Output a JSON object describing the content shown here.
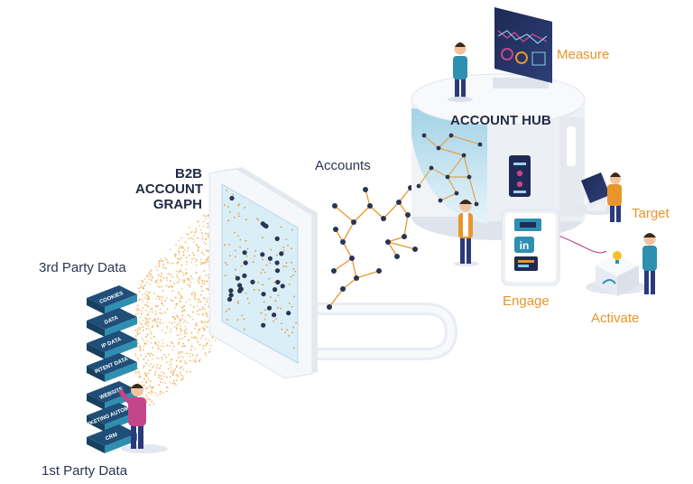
{
  "labels": {
    "third_party": "3rd Party Data",
    "first_party": "1st Party Data",
    "graph_line1": "B2B",
    "graph_line2": "ACCOUNT",
    "graph_line3": "GRAPH",
    "accounts": "Accounts",
    "account_hub": "ACCOUNT HUB",
    "measure": "Measure",
    "target": "Target",
    "engage": "Engage",
    "activate": "Activate"
  },
  "third_party_blocks": [
    "COOKIES",
    "DATA",
    "IP DATA",
    "INTENT DATA"
  ],
  "first_party_blocks": [
    "WEBSITE",
    "MARKETING AUTOMATION",
    "CRM"
  ],
  "engage_logo": "in",
  "colors": {
    "navy": "#1f2a44",
    "teal": "#2f8fb0",
    "orange": "#e8962c",
    "light_blue": "#cfe7f2",
    "panel_grey": "#eef1f5"
  }
}
